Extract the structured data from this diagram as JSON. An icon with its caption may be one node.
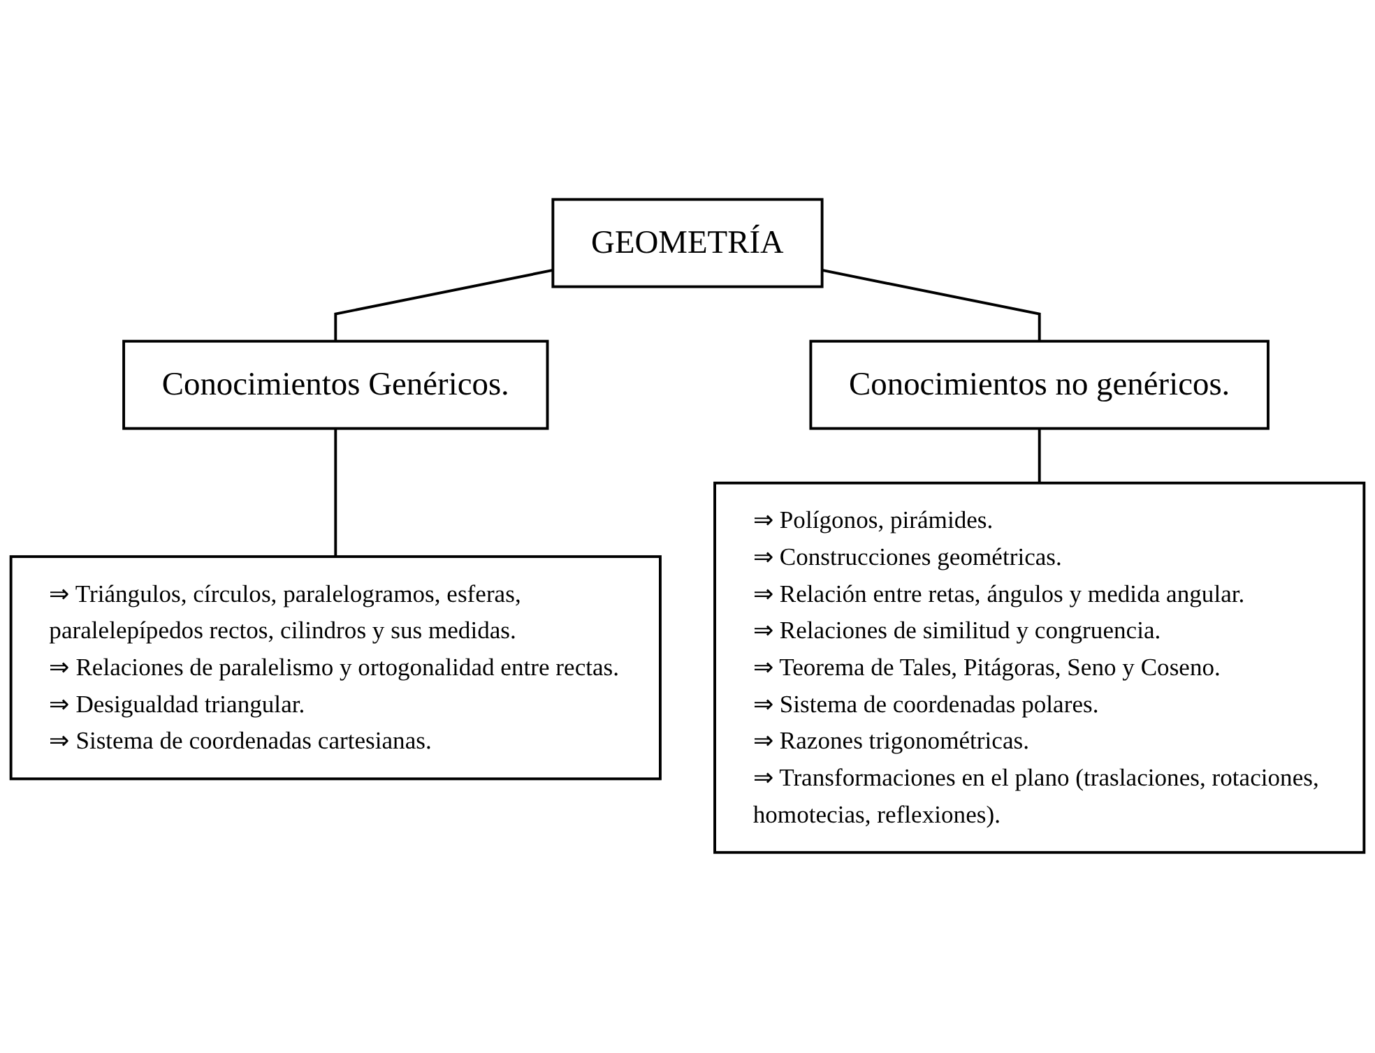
{
  "diagram": {
    "nodes": [
      {
        "text": [
          "GEOMETRÍA"
        ]
      },
      {
        "text": [
          "Conocimientos Genéricos."
        ]
      },
      {
        "text": [
          "Conocimientos no genéricos."
        ]
      },
      {
        "text": [
          "⇒ Triángulos, círculos, paralelogramos, esferas, paralelepípedos rectos, cilindros y sus medidas.",
          "⇒ Relaciones de paralelismo y ortogonalidad entre rectas.",
          "⇒ Desigualdad triangular.",
          "⇒ Sistema de coordenadas cartesianas."
        ]
      },
      {
        "text": [
          "⇒ Polígonos, pirámides.",
          "⇒ Construcciones geométricas.",
          "⇒ Relación entre retas, ángulos y medida angular.",
          "⇒ Relaciones de similitud y congruencia.",
          "⇒ Teorema de Tales, Pitágoras, Seno y Coseno.",
          "⇒ Sistema de coordenadas polares.",
          "⇒ Razones trigonométricas.",
          "⇒ Transformaciones en el plano (traslaciones, rotaciones, homotecias, reflexiones)."
        ]
      }
    ],
    "edges": [
      {
        "from": 0,
        "to": 1,
        "arrow": "none"
      },
      {
        "from": 0,
        "to": 2,
        "arrow": "none"
      },
      {
        "from": 1,
        "to": 3,
        "arrow": "none"
      },
      {
        "from": 2,
        "to": 4,
        "arrow": "none"
      }
    ]
  }
}
